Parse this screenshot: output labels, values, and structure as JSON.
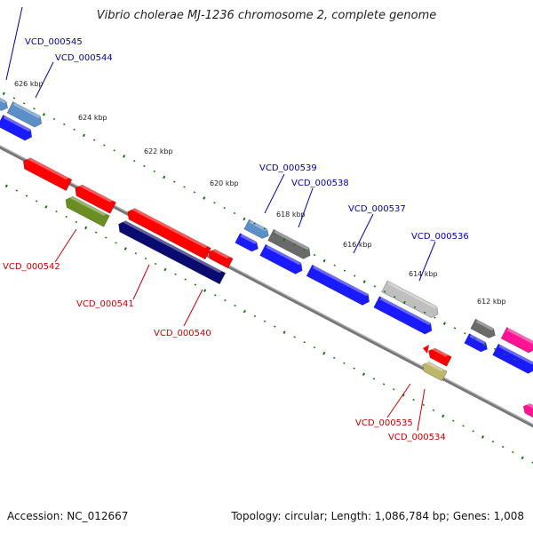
{
  "title": "Vibrio cholerae MJ-1236 chromosome 2, complete genome",
  "footer": {
    "accession": "Accession: NC_012667",
    "summary": "Topology: circular; Length: 1,086,784 bp; Genes: 1,008"
  },
  "colors": {
    "label_forward": "#0000aa",
    "label_reverse": "#cc0000",
    "backbone": "#888888",
    "tick": "#117711"
  },
  "kbp_markers": [
    "626 kbp",
    "624 kbp",
    "622 kbp",
    "620 kbp",
    "618 kbp",
    "616 kbp",
    "614 kbp",
    "612 kbp"
  ],
  "genes_forward": [
    {
      "name": "VCD_000545",
      "color": "#5b8fc7"
    },
    {
      "name": "VCD_000544",
      "color": "#5b8fc7"
    },
    {
      "name": "VCD_000539",
      "color": "#5b8fc7"
    },
    {
      "name": "VCD_000538",
      "color": "#6a6a6a"
    },
    {
      "name": "VCD_000537",
      "color": "#1a1aff"
    },
    {
      "name": "VCD_000536",
      "color": "#bfbfbf"
    }
  ],
  "genes_reverse": [
    {
      "name": "VCD_000542",
      "color": "#6b8e23"
    },
    {
      "name": "VCD_000541",
      "color": "#0a0a70"
    },
    {
      "name": "VCD_000540",
      "color": "#ff0000"
    },
    {
      "name": "VCD_000535",
      "color": "#ff0000"
    },
    {
      "name": "VCD_000534",
      "color": "#bdb76b"
    }
  ]
}
